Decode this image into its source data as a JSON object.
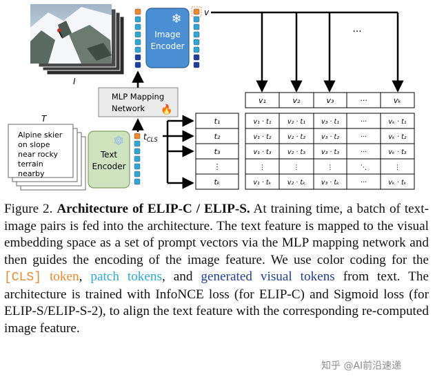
{
  "diagram": {
    "image_label": "I",
    "text_set_label": "T",
    "v_label": "v",
    "tcls_label": "t",
    "tcls_sub": "CLS",
    "image_encoder": [
      "Image",
      "Encoder"
    ],
    "text_encoder": [
      "Text",
      "Encoder"
    ],
    "mlp": [
      "MLP Mapping",
      "Network"
    ],
    "snow_icon": "❄",
    "fire_icon": "🔥",
    "text_sample": [
      "Alpine skier",
      "on slope",
      "near rocky",
      "terrain",
      "nearby"
    ],
    "top_dots": "...",
    "col_headers": [
      "v₁",
      "v₂",
      "v₃",
      "···",
      "vₖ"
    ],
    "row_headers": [
      "t₁",
      "t₂",
      "t₃",
      "⋮",
      "tₖ"
    ],
    "matrix": [
      [
        "v₁ · t₁",
        "v₂ · t₁",
        "v₃ · t₁",
        "···",
        "vₖ · t₁"
      ],
      [
        "v₁ · t₂",
        "v₂ · t₂",
        "v₃ · t₂",
        "···",
        "vₖ · t₂"
      ],
      [
        "v₁ · t₃",
        "v₂ · t₃",
        "v₃ · t₃",
        "···",
        "vₖ · t₃"
      ],
      [
        "⋮",
        "⋮",
        "⋮",
        "⋱",
        "⋮"
      ],
      [
        "v₁ · tₖ",
        "v₂ · tₖ",
        "v₃ · tₖ",
        "···",
        "vₖ · tₖ"
      ]
    ],
    "colors": {
      "cls": "#f0882a",
      "patch": "#2ba8d8",
      "generated": "#1f3d9e",
      "image_encoder": "#4a8fd4",
      "text_encoder": "#cfe3bf"
    }
  },
  "caption": {
    "fig": "Figure 2.",
    "title": "Architecture of ELIP-C / ELIP-S.",
    "p1": "At training time, a batch of text-image pairs is fed into the architecture. The text feature is mapped to the visual embedding space as a set of prompt vectors via the MLP mapping network and then guides the encoding of the image feature. We use color coding for the",
    "cls_code": "[CLS]",
    "cls_word": "token",
    "p2": ",",
    "patch": "patch tokens",
    "p3": ", and",
    "generated": "generated visual tokens",
    "p4": "from text. The architecture is trained with InfoNCE loss (for ELIP-C) and Sigmoid loss (for ELIP-S/ELIP-S-2), to align the text feature with the corresponding re-computed image feature."
  },
  "watermark": "知乎 @AI前沿速递"
}
